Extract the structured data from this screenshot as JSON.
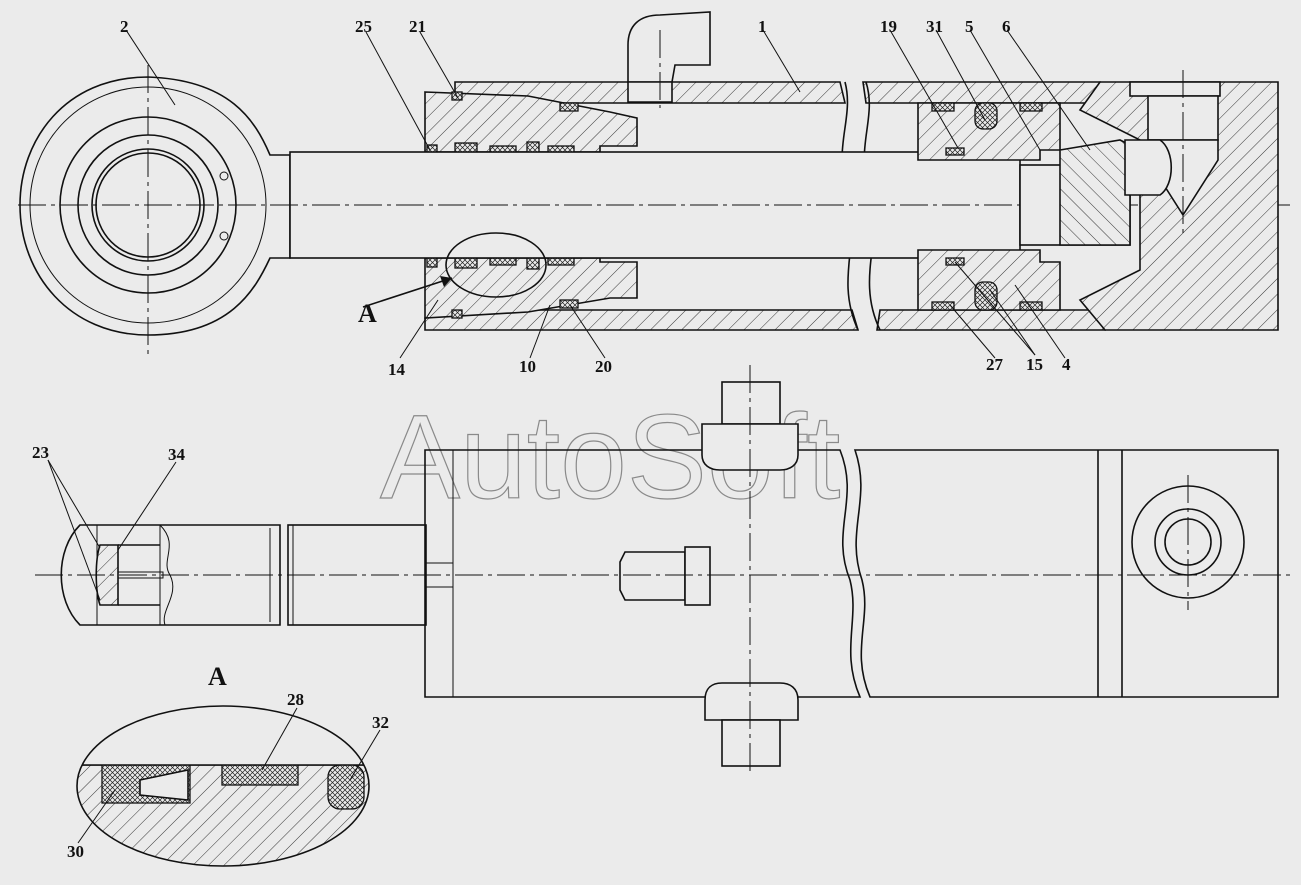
{
  "watermark": "AutoSoft",
  "section_label": "A",
  "detail_label": "A",
  "callouts": {
    "c2": "2",
    "c25": "25",
    "c21": "21",
    "c1": "1",
    "c19": "19",
    "c31": "31",
    "c5": "5",
    "c6": "6",
    "c14": "14",
    "c10": "10",
    "c20": "20",
    "c27": "27",
    "c15": "15",
    "c4": "4",
    "c23": "23",
    "c34": "34",
    "c28": "28",
    "c32": "32",
    "c30": "30"
  }
}
